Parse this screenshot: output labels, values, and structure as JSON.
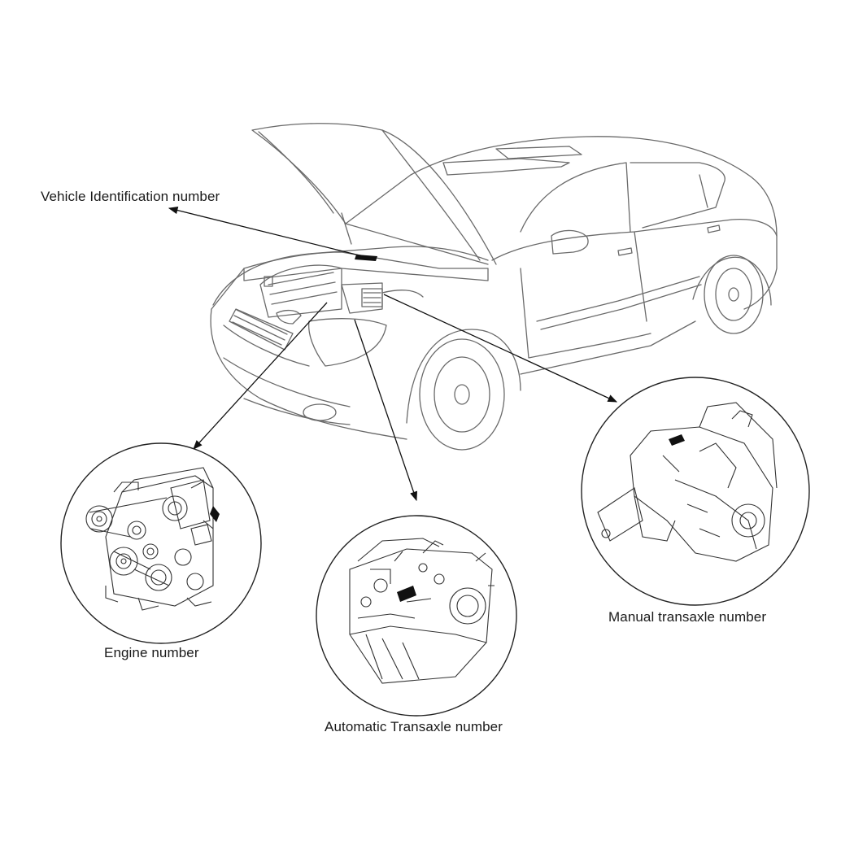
{
  "labels": {
    "vin": "Vehicle Identification number",
    "engine": "Engine number",
    "automatic": "Automatic Transaxle number",
    "manual": "Manual transaxle number"
  },
  "colors": {
    "line": "#555555",
    "ink": "#1a1a1a",
    "plate": "#111111"
  }
}
